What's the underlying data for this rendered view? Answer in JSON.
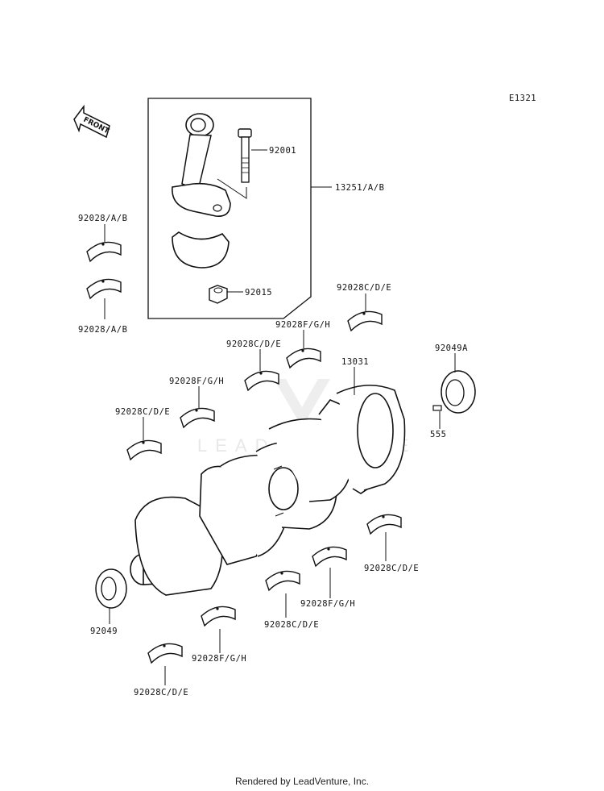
{
  "diagram_code": "E1321",
  "front_arrow_label": "FRONT",
  "watermark": "LEADVENTURE",
  "footer": "Rendered by LeadVenture, Inc.",
  "parts": {
    "p92001": "92001",
    "p13251": "13251/A/B",
    "p92015": "92015",
    "p92028ab_top": "92028/A/B",
    "p92028ab_bot": "92028/A/B",
    "p92028cde_1": "92028C/D/E",
    "p92028fgh_1": "92028F/G/H",
    "p92028cde_2": "92028C/D/E",
    "p92028fgh_2": "92028F/G/H",
    "p92028cde_3": "92028C/D/E",
    "p13031": "13031",
    "p92049a": "92049A",
    "p555": "555",
    "p92049": "92049",
    "p92028cde_4": "92028C/D/E",
    "p92028fgh_3": "92028F/G/H",
    "p92028cde_5": "92028C/D/E",
    "p92028fgh_4": "92028F/G/H",
    "p92028cde_6": "92028C/D/E"
  }
}
